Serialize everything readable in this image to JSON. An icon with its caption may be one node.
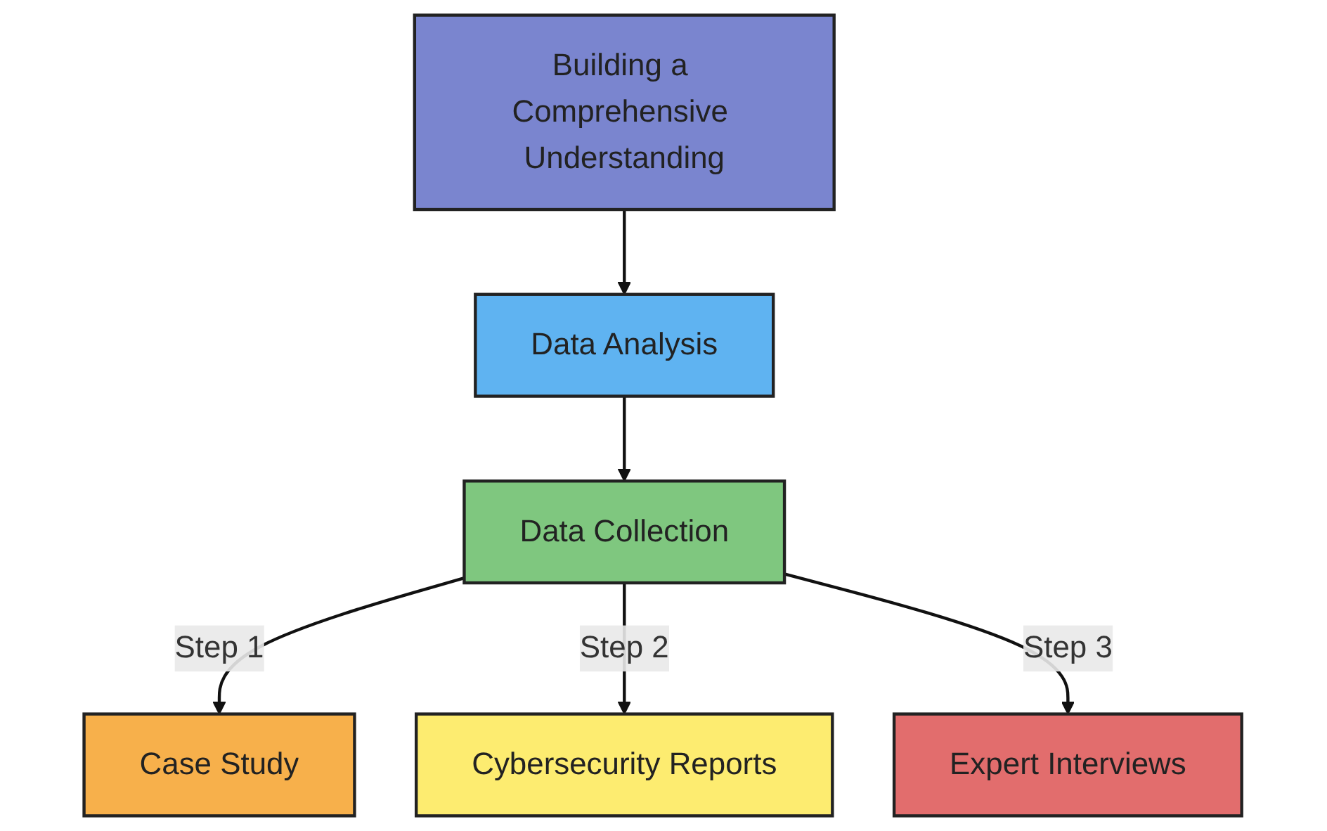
{
  "diagram": {
    "nodes": [
      {
        "text": [
          "Building a Comprehensive Understanding"
        ]
      },
      {
        "text": [
          "Data Analysis"
        ]
      },
      {
        "text": [
          "Data Collection"
        ]
      },
      {
        "text": [
          "Case Study"
        ]
      },
      {
        "text": [
          "Cybersecurity Reports"
        ]
      },
      {
        "text": [
          "Expert Interviews"
        ]
      }
    ],
    "edges": [
      {
        "from": 0,
        "to": 1,
        "arrow": "to"
      },
      {
        "from": 1,
        "to": 2,
        "arrow": "to"
      },
      {
        "from": 2,
        "to": 3,
        "arrow": "to",
        "label": "Step 1"
      },
      {
        "from": 2,
        "to": 4,
        "arrow": "to",
        "label": "Step 2"
      },
      {
        "from": 2,
        "to": 5,
        "arrow": "to",
        "label": "Step 3"
      }
    ]
  }
}
